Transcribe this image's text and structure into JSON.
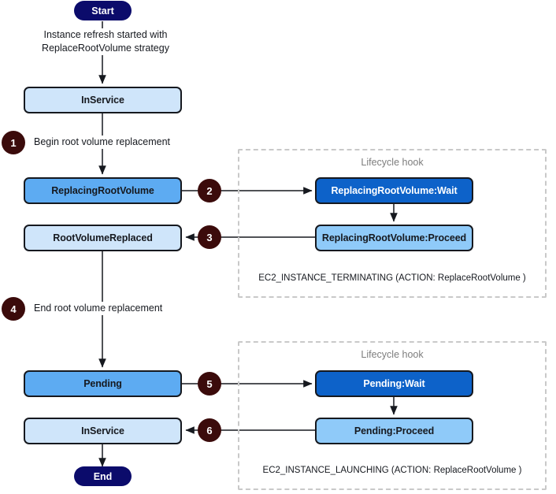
{
  "diagram": {
    "title": "Instance refresh with ReplaceRootVolume strategy",
    "colors": {
      "terminal": "#0b0b6b",
      "state_light": "#cfe5fa",
      "state_medium": "#5dabf2",
      "hook_wait": "#0d62c9",
      "hook_proceed": "#8fcaf9",
      "badge": "#3b0b0b",
      "stroke": "#16191f",
      "hook_border": "#c9c9c9",
      "hook_title": "#7d7d7d"
    },
    "terminals": {
      "start": "Start",
      "end": "End"
    },
    "states": {
      "in_service_top": "InService",
      "replacing_root_volume": "ReplacingRootVolume",
      "root_volume_replaced": "RootVolumeReplaced",
      "pending": "Pending",
      "in_service_bottom": "InService"
    },
    "edge_labels": {
      "start_to_inservice": "Instance refresh started with\nReplaceRootVolume strategy",
      "begin_replacement": "Begin root volume replacement",
      "end_replacement": "End root volume replacement"
    },
    "badges": [
      {
        "number": "1",
        "meaning": "begin-root-volume-replacement"
      },
      {
        "number": "2",
        "meaning": "replacing-root-volume-to-wait"
      },
      {
        "number": "3",
        "meaning": "proceed-to-root-volume-replaced"
      },
      {
        "number": "4",
        "meaning": "end-root-volume-replacement"
      },
      {
        "number": "5",
        "meaning": "pending-to-wait"
      },
      {
        "number": "6",
        "meaning": "proceed-to-in-service"
      }
    ],
    "hooks": [
      {
        "title": "Lifecycle hook",
        "wait": "ReplacingRootVolume:Wait",
        "proceed": "ReplacingRootVolume:Proceed",
        "caption": "EC2_INSTANCE_TERMINATING (ACTION: ReplaceRootVolume )"
      },
      {
        "title": "Lifecycle hook",
        "wait": "Pending:Wait",
        "proceed": "Pending:Proceed",
        "caption": "EC2_INSTANCE_LAUNCHING (ACTION: ReplaceRootVolume )"
      }
    ]
  }
}
